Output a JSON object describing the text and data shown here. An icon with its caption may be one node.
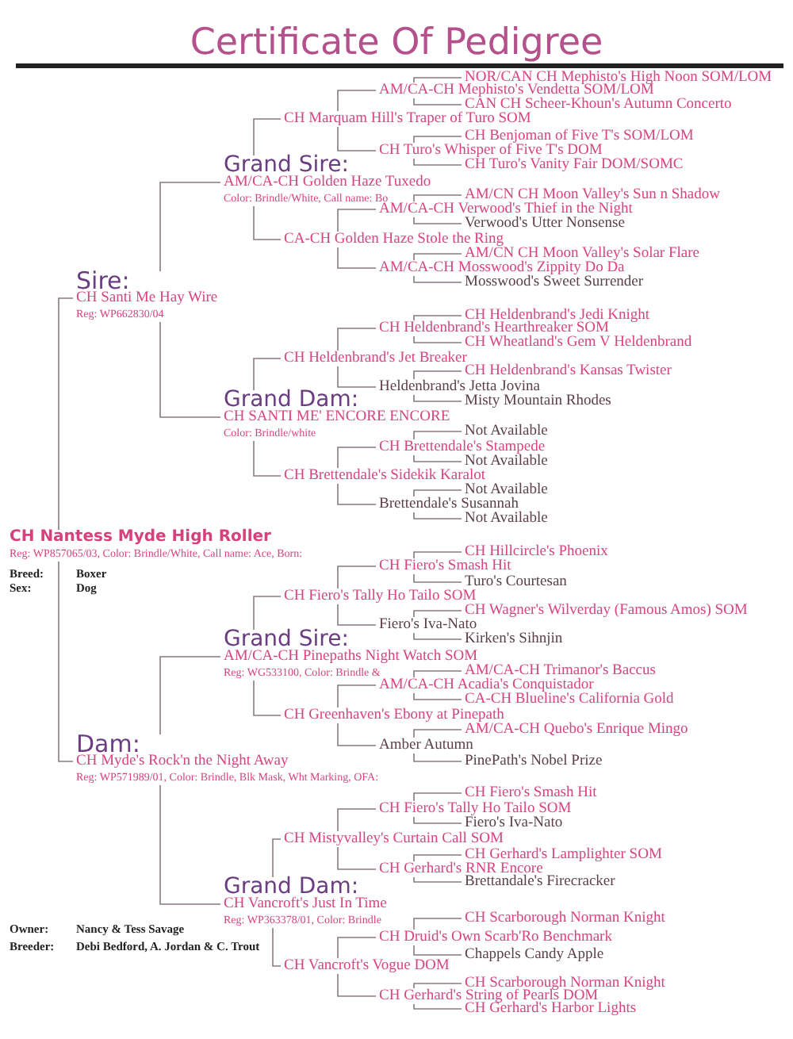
{
  "diagram": {
    "title": "Certificate Of Pedigree",
    "nodes": [
      {
        "text": [
          "NOR/CAN CH Mephisto's High Noon SOM/LOM"
        ]
      },
      {
        "text": [
          "AM/CA-CH Mephisto's Vendetta SOM/LOM"
        ]
      },
      {
        "text": [
          "CAN CH Scheer-Khoun's Autumn Concerto"
        ]
      },
      {
        "text": [
          "CH Marquam Hill's Traper of Turo SOM"
        ]
      },
      {
        "text": [
          "CH Benjoman of Five T's SOM/LOM"
        ]
      },
      {
        "text": [
          "CH Turo's Whisper of Five T's DOM"
        ]
      },
      {
        "text": [
          "CH Turo's Vanity Fair DOM/SOMC"
        ]
      },
      {
        "text": [
          "Grand Sire:",
          "AM/CA-CH Golden Haze Tuxedo",
          "Color: Brindle/White, Call name: Bo"
        ]
      },
      {
        "text": [
          "AM/CN CH Moon Valley's Sun n Shadow"
        ]
      },
      {
        "text": [
          "AM/CA-CH Verwood's Thief in the Night"
        ]
      },
      {
        "text": [
          "Verwood's Utter Nonsense"
        ]
      },
      {
        "text": [
          "CA-CH Golden Haze Stole the Ring"
        ]
      },
      {
        "text": [
          "AM/CN CH Moon Valley's Solar Flare"
        ]
      },
      {
        "text": [
          "AM/CA-CH Mosswood's Zippity Do Da"
        ]
      },
      {
        "text": [
          "Mosswood's Sweet Surrender"
        ]
      },
      {
        "text": [
          "Sire:",
          "CH Santi Me Hay Wire",
          "Reg: WP662830/04"
        ]
      },
      {
        "text": [
          "CH Heldenbrand's Jedi Knight"
        ]
      },
      {
        "text": [
          "CH Heldenbrand's Hearthreaker SOM"
        ]
      },
      {
        "text": [
          "CH Wheatland's Gem V Heldenbrand"
        ]
      },
      {
        "text": [
          "CH Heldenbrand's Jet Breaker"
        ]
      },
      {
        "text": [
          "CH Heldenbrand's Kansas Twister"
        ]
      },
      {
        "text": [
          "Heldenbrand's Jetta Jovina"
        ]
      },
      {
        "text": [
          "Misty Mountain Rhodes"
        ]
      },
      {
        "text": [
          "Grand Dam:",
          "CH SANTI ME' ENCORE ENCORE",
          "Color: Brindle/white"
        ]
      },
      {
        "text": [
          "Not Available"
        ]
      },
      {
        "text": [
          "CH Brettendale's Stampede"
        ]
      },
      {
        "text": [
          "Not Available"
        ]
      },
      {
        "text": [
          "CH Brettendale's Sidekik Karalot"
        ]
      },
      {
        "text": [
          "Not Available"
        ]
      },
      {
        "text": [
          "Brettendale's Susannah"
        ]
      },
      {
        "text": [
          "Not Available"
        ]
      },
      {
        "text": [
          "CH Nantess Myde High Roller",
          "Reg: WP857065/03, Color: Brindle/White, Call name: Ace, Born:"
        ]
      },
      {
        "text": [
          "CH Hillcircle's Phoenix"
        ]
      },
      {
        "text": [
          "CH Fiero's Smash Hit"
        ]
      },
      {
        "text": [
          "Turo's Courtesan"
        ]
      },
      {
        "text": [
          "CH Fiero's Tally Ho Tailo SOM"
        ]
      },
      {
        "text": [
          "CH Wagner's Wilverday (Famous Amos) SOM"
        ]
      },
      {
        "text": [
          "Fiero's Iva-Nato"
        ]
      },
      {
        "text": [
          "Kirken's Sihnjin"
        ]
      },
      {
        "text": [
          "Grand Sire:",
          "AM/CA-CH Pinepaths Night Watch SOM",
          "Reg: WG533100, Color: Brindle &"
        ]
      },
      {
        "text": [
          "AM/CA-CH Trimanor's Baccus"
        ]
      },
      {
        "text": [
          "AM/CA-CH Acadia's Conquistador"
        ]
      },
      {
        "text": [
          "CA-CH Blueline's California Gold"
        ]
      },
      {
        "text": [
          "CH Greenhaven's Ebony at Pinepath"
        ]
      },
      {
        "text": [
          "AM/CA-CH Quebo's Enrique Mingo"
        ]
      },
      {
        "text": [
          "Dam:",
          "CH Myde's Rock'n the Night Away",
          "Reg: WP571989/01, Color: Brindle, Blk Mask, Wht Marking, OFA:"
        ]
      },
      {
        "text": [
          "Amber Autumn"
        ]
      },
      {
        "text": [
          "PinePath's Nobel Prize"
        ]
      },
      {
        "text": [
          "CH Fiero's Smash Hit"
        ]
      },
      {
        "text": [
          "CH Fiero's Tally Ho Tailo SOM"
        ]
      },
      {
        "text": [
          "Fiero's Iva-Nato"
        ]
      },
      {
        "text": [
          "CH Mistyvalley's Curtain Call SOM"
        ]
      },
      {
        "text": [
          "CH Gerhard's Lamplighter SOM"
        ]
      },
      {
        "text": [
          "CH Gerhard's RNR Encore"
        ]
      },
      {
        "text": [
          "Brettandale's Firecracker"
        ]
      },
      {
        "text": [
          "Grand Dam:",
          "CH Vancroft's Just In Time",
          "Reg: WP363378/01, Color: Brindle"
        ]
      },
      {
        "text": [
          "CH Scarborough Norman Knight"
        ]
      },
      {
        "text": [
          "CH Druid's Own Scarb'Ro Benchmark"
        ]
      },
      {
        "text": [
          "Chappels Candy Apple"
        ]
      },
      {
        "text": [
          "CH Vancroft's Vogue DOM"
        ]
      },
      {
        "text": [
          "CH Scarborough Norman Knight"
        ]
      },
      {
        "text": [
          "CH Gerhard's String of Pearls DOM"
        ]
      },
      {
        "text": [
          "CH Gerhard's Harbor Lights"
        ]
      }
    ],
    "edges": [
      {
        "from": 31,
        "to": 15,
        "arrow": "none"
      },
      {
        "from": 31,
        "to": 45,
        "arrow": "none"
      },
      {
        "from": 15,
        "to": 7,
        "arrow": "none"
      },
      {
        "from": 15,
        "to": 23,
        "arrow": "none"
      },
      {
        "from": 7,
        "to": 3,
        "arrow": "none"
      },
      {
        "from": 7,
        "to": 11,
        "arrow": "none"
      },
      {
        "from": 3,
        "to": 1,
        "arrow": "none"
      },
      {
        "from": 3,
        "to": 5,
        "arrow": "none"
      },
      {
        "from": 1,
        "to": 0,
        "arrow": "none"
      },
      {
        "from": 1,
        "to": 2,
        "arrow": "none"
      },
      {
        "from": 5,
        "to": 4,
        "arrow": "none"
      },
      {
        "from": 5,
        "to": 6,
        "arrow": "none"
      },
      {
        "from": 11,
        "to": 9,
        "arrow": "none"
      },
      {
        "from": 11,
        "to": 13,
        "arrow": "none"
      },
      {
        "from": 9,
        "to": 8,
        "arrow": "none"
      },
      {
        "from": 9,
        "to": 10,
        "arrow": "none"
      },
      {
        "from": 13,
        "to": 12,
        "arrow": "none"
      },
      {
        "from": 13,
        "to": 14,
        "arrow": "none"
      },
      {
        "from": 23,
        "to": 19,
        "arrow": "none"
      },
      {
        "from": 23,
        "to": 27,
        "arrow": "none"
      },
      {
        "from": 19,
        "to": 17,
        "arrow": "none"
      },
      {
        "from": 19,
        "to": 21,
        "arrow": "none"
      },
      {
        "from": 17,
        "to": 16,
        "arrow": "none"
      },
      {
        "from": 17,
        "to": 18,
        "arrow": "none"
      },
      {
        "from": 21,
        "to": 20,
        "arrow": "none"
      },
      {
        "from": 21,
        "to": 22,
        "arrow": "none"
      },
      {
        "from": 27,
        "to": 25,
        "arrow": "none"
      },
      {
        "from": 27,
        "to": 29,
        "arrow": "none"
      },
      {
        "from": 25,
        "to": 24,
        "arrow": "none"
      },
      {
        "from": 25,
        "to": 26,
        "arrow": "none"
      },
      {
        "from": 29,
        "to": 28,
        "arrow": "none"
      },
      {
        "from": 29,
        "to": 30,
        "arrow": "none"
      },
      {
        "from": 45,
        "to": 39,
        "arrow": "none"
      },
      {
        "from": 45,
        "to": 55,
        "arrow": "none"
      },
      {
        "from": 39,
        "to": 35,
        "arrow": "none"
      },
      {
        "from": 39,
        "to": 43,
        "arrow": "none"
      },
      {
        "from": 35,
        "to": 33,
        "arrow": "none"
      },
      {
        "from": 35,
        "to": 37,
        "arrow": "none"
      },
      {
        "from": 33,
        "to": 32,
        "arrow": "none"
      },
      {
        "from": 33,
        "to": 34,
        "arrow": "none"
      },
      {
        "from": 37,
        "to": 36,
        "arrow": "none"
      },
      {
        "from": 37,
        "to": 38,
        "arrow": "none"
      },
      {
        "from": 43,
        "to": 41,
        "arrow": "none"
      },
      {
        "from": 43,
        "to": 46,
        "arrow": "none"
      },
      {
        "from": 41,
        "to": 40,
        "arrow": "none"
      },
      {
        "from": 41,
        "to": 42,
        "arrow": "none"
      },
      {
        "from": 46,
        "to": 44,
        "arrow": "none"
      },
      {
        "from": 46,
        "to": 47,
        "arrow": "none"
      },
      {
        "from": 55,
        "to": 51,
        "arrow": "none"
      },
      {
        "from": 55,
        "to": 59,
        "arrow": "none"
      },
      {
        "from": 51,
        "to": 49,
        "arrow": "none"
      },
      {
        "from": 51,
        "to": 53,
        "arrow": "none"
      },
      {
        "from": 49,
        "to": 48,
        "arrow": "none"
      },
      {
        "from": 49,
        "to": 50,
        "arrow": "none"
      },
      {
        "from": 53,
        "to": 52,
        "arrow": "none"
      },
      {
        "from": 53,
        "to": 54,
        "arrow": "none"
      },
      {
        "from": 59,
        "to": 57,
        "arrow": "none"
      },
      {
        "from": 59,
        "to": 61,
        "arrow": "none"
      },
      {
        "from": 57,
        "to": 56,
        "arrow": "none"
      },
      {
        "from": 57,
        "to": 58,
        "arrow": "none"
      },
      {
        "from": 61,
        "to": 60,
        "arrow": "none"
      },
      {
        "from": 61,
        "to": 62,
        "arrow": "none"
      }
    ],
    "labels": [
      "Breed:",
      "Boxer",
      "Sex:",
      "Dog",
      "Owner:",
      "Nancy & Tess Savage",
      "Breeder:",
      "Debi Bedford, A. Jordan & C. Trout"
    ]
  }
}
